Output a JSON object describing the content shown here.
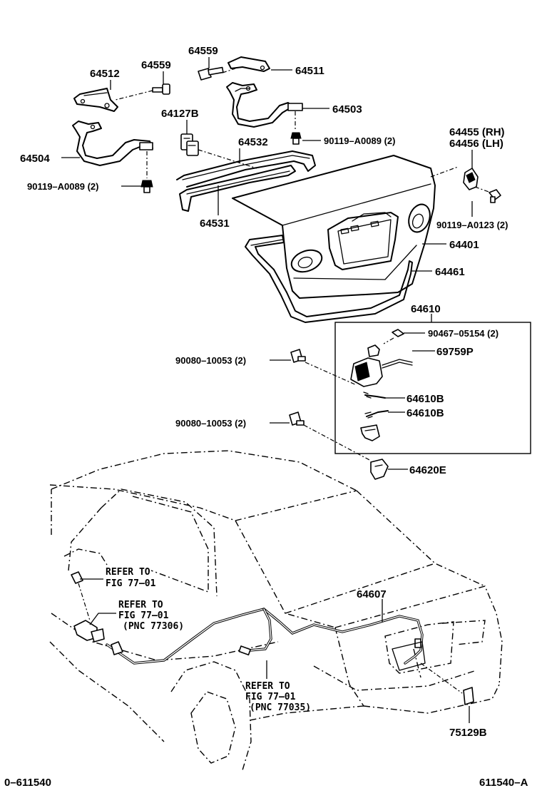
{
  "parts": {
    "p64559_top": "64559",
    "p64511": "64511",
    "p64512": "64512",
    "p64559_left": "64559",
    "p64503": "64503",
    "p64127b": "64127B",
    "p90119_a0089_right": "90119–A0089 (2)",
    "p64455": "64455 (RH)",
    "p64456": "64456 (LH)",
    "p64532": "64532",
    "p64504": "64504",
    "p90119_a0089_left": "90119–A0089 (2)",
    "p64531": "64531",
    "p90119_a0123": "90119–A0123 (2)",
    "p64401": "64401",
    "p64461": "64461",
    "p64610": "64610",
    "p90467": "90467–05154 (2)",
    "p69759p": "69759P",
    "p90080_upper": "90080–10053 (2)",
    "p64610b_1": "64610B",
    "p64610b_2": "64610B",
    "p90080_lower": "90080–10053 (2)",
    "p64620e": "64620E",
    "p64607": "64607",
    "p75129b": "75129B"
  },
  "refs": {
    "ref1_line1": "REFER TO",
    "ref1_line2": "FIG 77–01",
    "ref2_line1": "REFER TO",
    "ref2_line2": "FIG 77–01",
    "ref2_line3": "(PNC 77306)",
    "ref3_line1": "REFER TO",
    "ref3_line2": "FIG 77–01",
    "ref3_line3": "(PNC 77035)"
  },
  "footer": {
    "left_code": "0–611540",
    "right_code": "611540–A"
  }
}
